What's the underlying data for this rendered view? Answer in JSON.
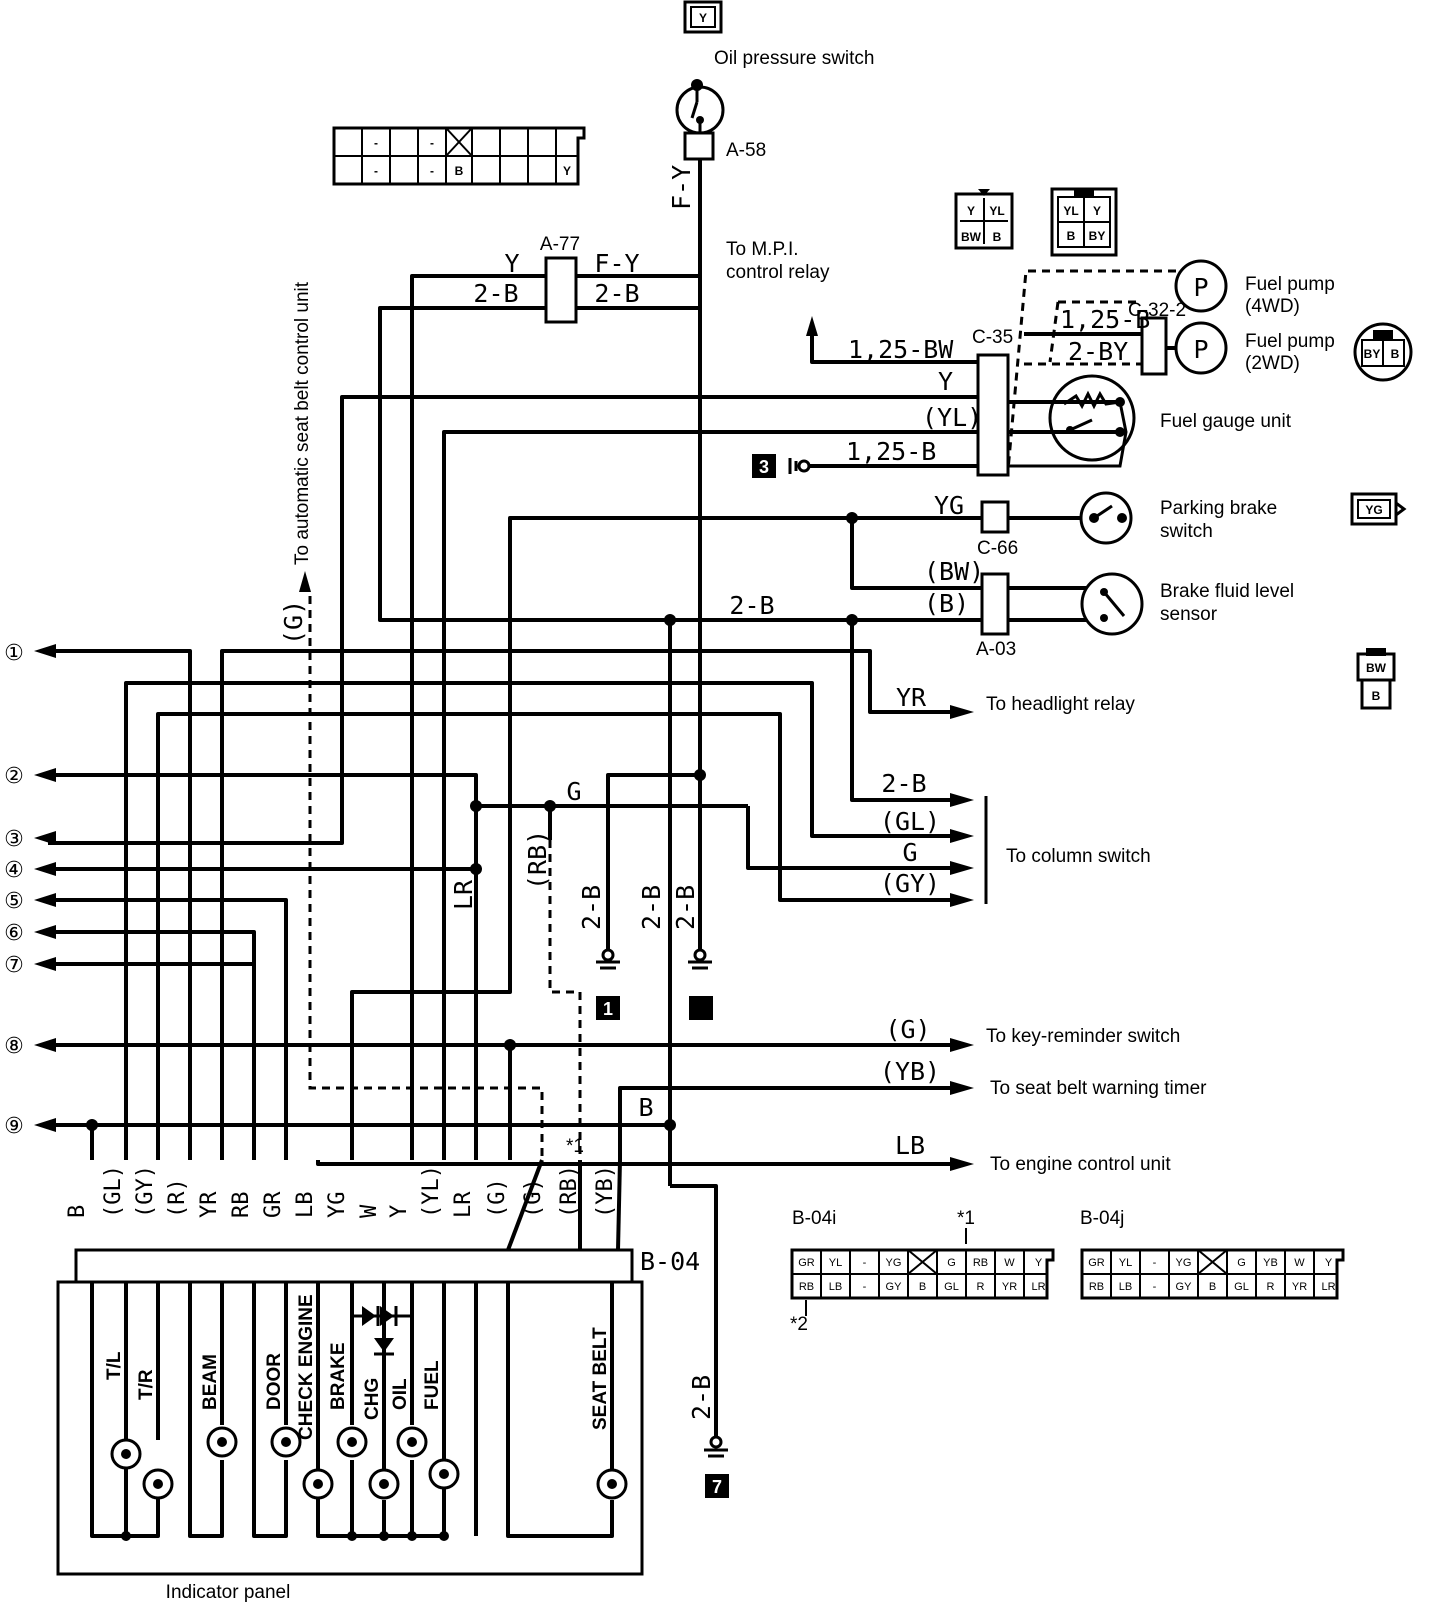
{
  "labels": {
    "oil_pressure_switch": "Oil pressure switch",
    "a58": "A-58",
    "a77": "A-77",
    "to_mpi": "To M.P.I.",
    "control_relay": "control relay",
    "to_seat_belt_unit": "To automatic seat belt control unit",
    "fuel_pump_4wd_1": "Fuel pump",
    "fuel_pump_4wd_2": "(4WD)",
    "fuel_pump_2wd_1": "Fuel pump",
    "fuel_pump_2wd_2": "(2WD)",
    "c35": "C-35",
    "c322": "C-32-2",
    "fuel_gauge_unit": "Fuel gauge unit",
    "parking_brake_1": "Parking brake",
    "parking_brake_2": "switch",
    "c66": "C-66",
    "brake_fluid_1": "Brake fluid level",
    "brake_fluid_2": "sensor",
    "a03": "A-03",
    "to_headlight_relay": "To headlight relay",
    "to_column_switch": "To column switch",
    "to_key_reminder": "To key-reminder switch",
    "to_seat_belt_timer": "To seat belt warning timer",
    "to_engine_control": "To engine control unit",
    "b04": "B-04",
    "indicator_panel": "Indicator panel",
    "b04i": "B-04i",
    "b04j": "B-04j",
    "note1": "*1",
    "note2": "*2",
    "pump_symbol": "P"
  },
  "wires": {
    "fy_vertical": "F-Y",
    "y_top": "Y",
    "fy_top": "F-Y",
    "b2_left": "2-B",
    "b2_right": "2-B",
    "bw125": "1,25-BW",
    "b125_top": "1,25-B",
    "by2": "2-BY",
    "y_fuel": "Y",
    "yl_fuel": "(YL)",
    "b125_gnd": "1,25-B",
    "yg": "YG",
    "bw_paren": "(BW)",
    "b_paren": "(B)",
    "b2_brake": "2-B",
    "g_vertical": "(G)",
    "yr": "YR",
    "b2_col": "2-B",
    "gl_col": "(GL)",
    "g_col": "G",
    "gy_col": "(GY)",
    "g_mid": "G",
    "lr_v": "LR",
    "rb_v": "(RB)",
    "b2_g1": "2-B",
    "b2_g2": "2-B",
    "b2_g3": "2-B",
    "g_key": "(G)",
    "yb_timer": "(YB)",
    "b_mid": "B",
    "lb_ecu": "LB",
    "b2_g7": "2-B",
    "note1_mark": "*1"
  },
  "bottom_wire_labels": [
    "B",
    "(GL)",
    "(GY)",
    "(R)",
    "YR",
    "RB",
    "GR",
    "LB",
    "YG",
    "W",
    "Y",
    "(YL)",
    "LR",
    "(G)",
    "(G)",
    "(RB)",
    "(YB)"
  ],
  "panel_labels": [
    "T/L",
    "T/R",
    "BEAM",
    "DOOR",
    "CHECK ENGINE",
    "BRAKE",
    "CHG",
    "OIL",
    "FUEL",
    "SEAT BELT"
  ],
  "left_numbers": [
    "①",
    "②",
    "③",
    "④",
    "⑤",
    "⑥",
    "⑦",
    "⑧",
    "⑨"
  ],
  "grounds": [
    "3",
    "1",
    "",
    "7"
  ],
  "connectors": {
    "oil_top": "Y",
    "top_big_row1": [
      "-",
      "-",
      "",
      "",
      "",
      "",
      ""
    ],
    "top_big_row2": [
      "-",
      "-",
      "B",
      "",
      "",
      "Y"
    ],
    "fuel4_pins": [
      "Y",
      "YL",
      "BW",
      "B"
    ],
    "fuel2_pins": [
      "YL",
      "Y",
      "B",
      "BY"
    ],
    "pump_round": [
      "BY",
      "B"
    ],
    "yg_conn": "YG",
    "bw_conn": [
      "BW",
      "B"
    ],
    "b04i_row1": [
      "GR",
      "YL",
      "-",
      "YG",
      "",
      "G",
      "RB",
      "W",
      "Y"
    ],
    "b04i_row2": [
      "RB",
      "LB",
      "-",
      "GY",
      "B",
      "GL",
      "R",
      "YR",
      "LR"
    ],
    "b04j_row1": [
      "GR",
      "YL",
      "-",
      "YG",
      "",
      "G",
      "YB",
      "W",
      "Y"
    ],
    "b04j_row2": [
      "RB",
      "LB",
      "-",
      "GY",
      "B",
      "GL",
      "R",
      "YR",
      "LR"
    ]
  }
}
